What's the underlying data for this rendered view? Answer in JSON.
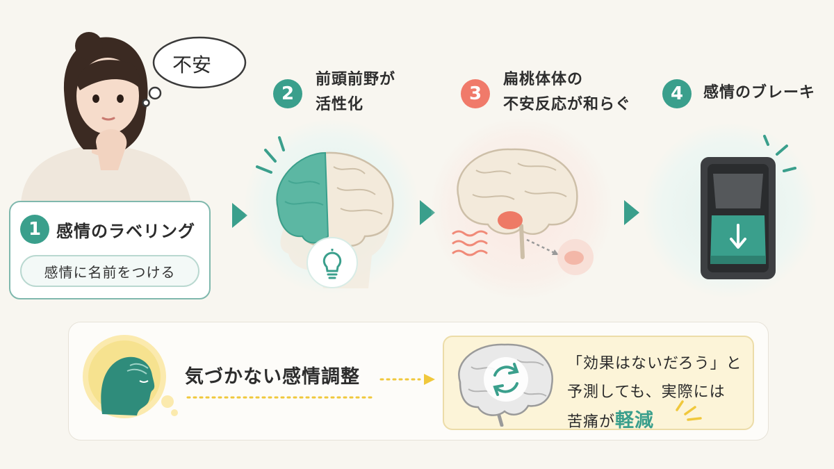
{
  "thought_bubble": {
    "text": "不安"
  },
  "steps": [
    {
      "number": "1",
      "title": "感情のラベリング",
      "subtitle": "感情に名前をつける"
    },
    {
      "number": "2",
      "title_line1": "前頭前野が",
      "title_line2": "活性化"
    },
    {
      "number": "3",
      "title_line1": "扁桃体体の",
      "title_line2": "不安反応が和らぐ"
    },
    {
      "number": "4",
      "title": "感情のブレーキ"
    }
  ],
  "bottom": {
    "label": "気づかない感情調整",
    "result_line1": "「効果はないだろう」と",
    "result_line2": "予測しても、実際には",
    "result_line3_prefix": "苦痛が",
    "result_line3_emphasis": "軽減"
  },
  "colors": {
    "teal": "#3a9f8c",
    "coral": "#f07a6a",
    "yellow": "#f4dc7a",
    "background": "#f8f6f0"
  },
  "icons": [
    "thought-bubble-icon",
    "brain-icon",
    "lightbulb-icon",
    "amygdala-icon",
    "wave-icon",
    "toggle-switch-icon",
    "down-arrow-icon",
    "head-profile-icon",
    "cycle-arrows-icon"
  ]
}
